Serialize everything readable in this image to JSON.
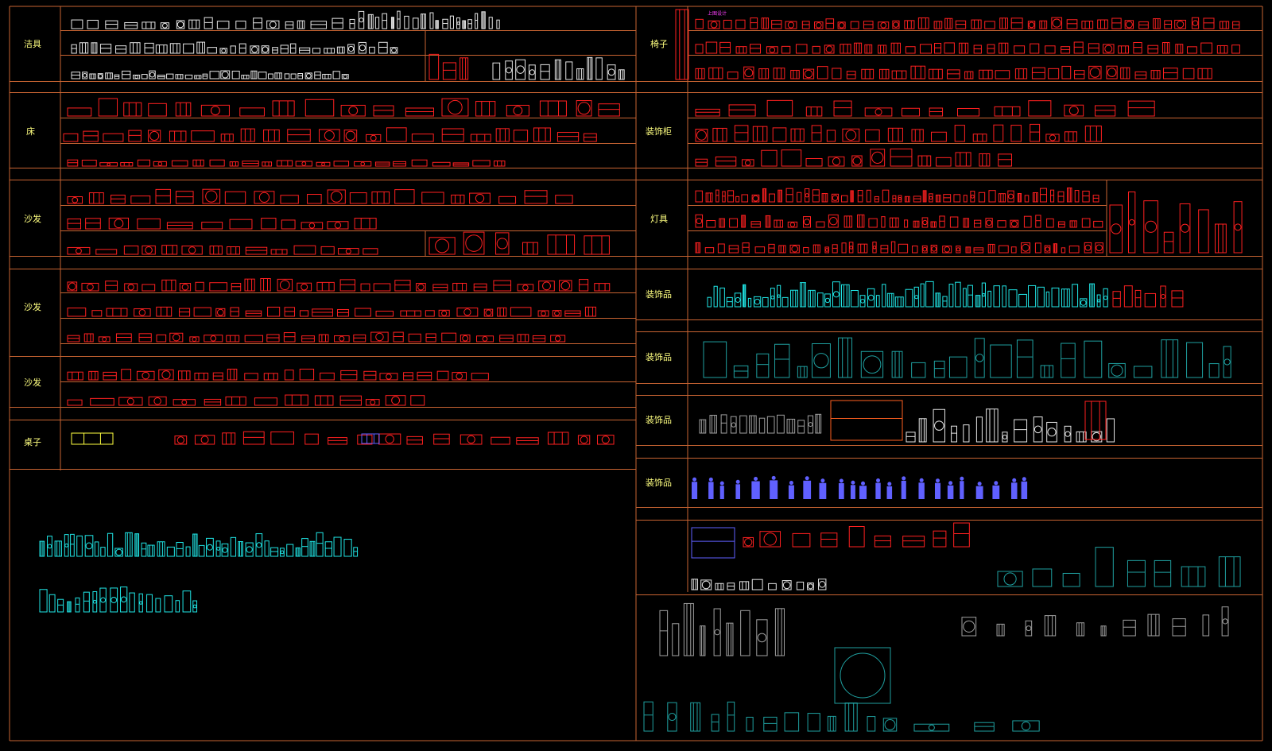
{
  "app": {
    "window_title": ""
  },
  "colors": {
    "background": "#000000",
    "grid_line": "#c86432",
    "label_text": "#ffff80",
    "block_red": "#ff2020",
    "block_white": "#e6e6e6",
    "block_cyan": "#20e6e6",
    "block_teal": "#1fa0a0",
    "block_blue": "#6060ff",
    "block_grey": "#a0a0a0",
    "block_magenta": "#ff40ff"
  },
  "left_categories": [
    {
      "id": "sanitary",
      "label": "洁具"
    },
    {
      "id": "bed",
      "label": "床"
    },
    {
      "id": "sofa1",
      "label": "沙发"
    },
    {
      "id": "sofa2",
      "label": "沙发"
    },
    {
      "id": "sofa3",
      "label": "沙发"
    },
    {
      "id": "table",
      "label": "桌子"
    }
  ],
  "right_categories": [
    {
      "id": "chair",
      "label": "椅子"
    },
    {
      "id": "cabinet",
      "label": "装饰柜"
    },
    {
      "id": "lamp",
      "label": "灯具"
    },
    {
      "id": "deco1",
      "label": "装饰品"
    },
    {
      "id": "deco2",
      "label": "装饰品"
    },
    {
      "id": "deco3",
      "label": "装饰品"
    },
    {
      "id": "deco4",
      "label": "装饰品"
    }
  ],
  "annotations": {
    "chair_top_note": "上图设计"
  }
}
